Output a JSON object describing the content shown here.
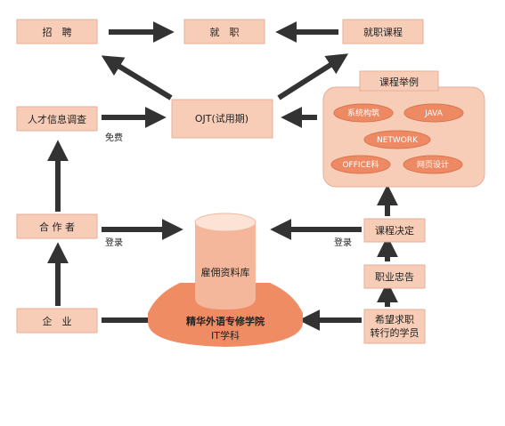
{
  "colors": {
    "box_fill": "#f7cdb8",
    "box_stroke": "#e8ae94",
    "ellipse_fill": "#ee8a63",
    "ellipse_stroke": "#d9744d",
    "arrow": "#333333",
    "db_top": "#fce3d6",
    "db_body": "#f4b79c",
    "db_base": "#f08c64"
  },
  "nodes": {
    "recruit": "招　聘",
    "employment": "就　职",
    "employment_course": "就职课程",
    "course_examples": "课程举例",
    "talent_survey": "人才信息调查",
    "ojt": "OJT(试用期)",
    "partner": "合 作 者",
    "enterprise": "企　业",
    "course_decision": "课程决定",
    "career_advice": "职业忠告",
    "applicant_line1": "希望求职",
    "applicant_line2": "转行的学员",
    "database": "雇佣资料库",
    "school_line1": "精华外语专修学院",
    "school_line2": "IT学科"
  },
  "courses": {
    "system_build": "系统构筑",
    "java": "JAVA",
    "network": "NETWORK",
    "office": "OFFICE科",
    "web_design": "网页设计"
  },
  "labels": {
    "free": "免费",
    "register_left": "登录",
    "register_right": "登录"
  }
}
